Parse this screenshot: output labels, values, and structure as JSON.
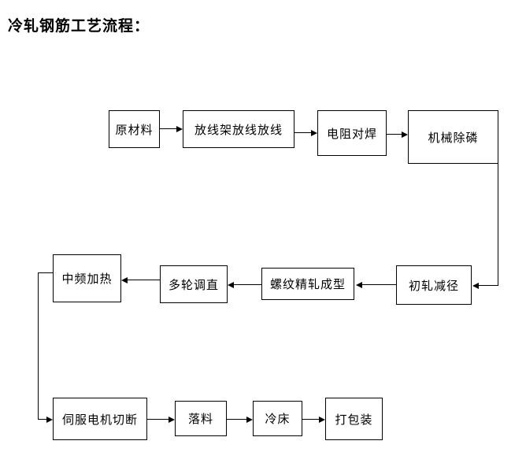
{
  "title": "冷轧钢筋工艺流程：",
  "flow": {
    "row1": [
      {
        "id": "raw-material",
        "label": "原材料"
      },
      {
        "id": "payoff-stand",
        "label": "放线架放线放线"
      },
      {
        "id": "resistance-butt-welding",
        "label": "电阻对焊"
      },
      {
        "id": "mechanical-descaling",
        "label": "机械除磷"
      }
    ],
    "row2": [
      {
        "id": "medium-frequency-heating",
        "label": "中频加热"
      },
      {
        "id": "multi-roll-straightening",
        "label": "多轮调直"
      },
      {
        "id": "thread-finish-rolling",
        "label": "螺纹精轧成型"
      },
      {
        "id": "primary-rolling-reduction",
        "label": "初轧减径"
      }
    ],
    "row3": [
      {
        "id": "servo-motor-cutting",
        "label": "伺服电机切断"
      },
      {
        "id": "blanking",
        "label": "落料"
      },
      {
        "id": "cooling-bed",
        "label": "冷床"
      },
      {
        "id": "packing",
        "label": "打包装"
      }
    ]
  },
  "colors": {
    "line": "#000000",
    "box_fill": "#ffffff",
    "text": "#000000"
  }
}
